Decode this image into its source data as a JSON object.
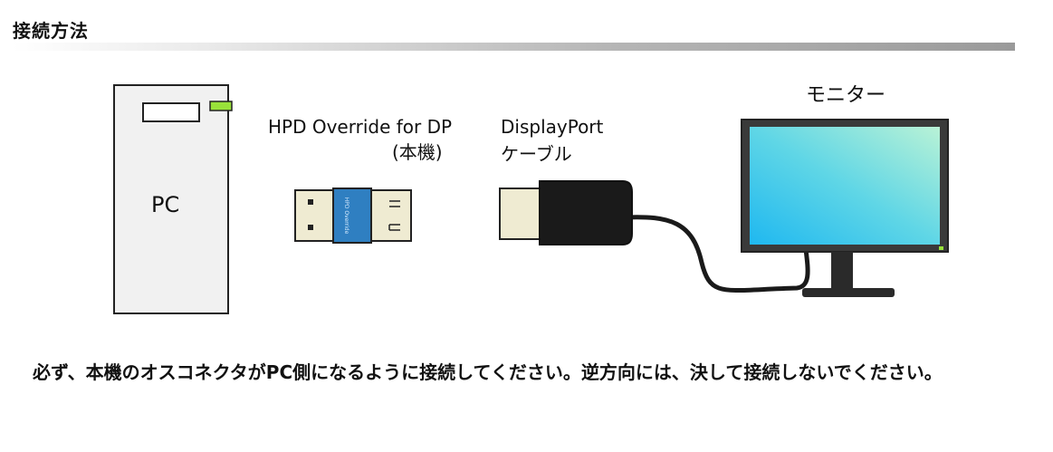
{
  "section": {
    "title": "接続方法"
  },
  "labels": {
    "pc": "PC",
    "adapter_line1": "HPD Override for DP",
    "adapter_line2": "(本機)",
    "cable_line1": "DisplayPort",
    "cable_line2": "ケーブル",
    "monitor": "モニター",
    "adapter_body_text": "HPD Override"
  },
  "note": {
    "text": "必ず、本機のオスコネクタがPC側になるように接続してください。逆方向には、決して接続しないでください。"
  },
  "colors": {
    "pc_led": "#99e23a",
    "adapter_body": "#2f7fc1",
    "connector_plug": "#efebd2",
    "cable": "#1a1a1a",
    "monitor_frame": "#3a3a3a"
  }
}
